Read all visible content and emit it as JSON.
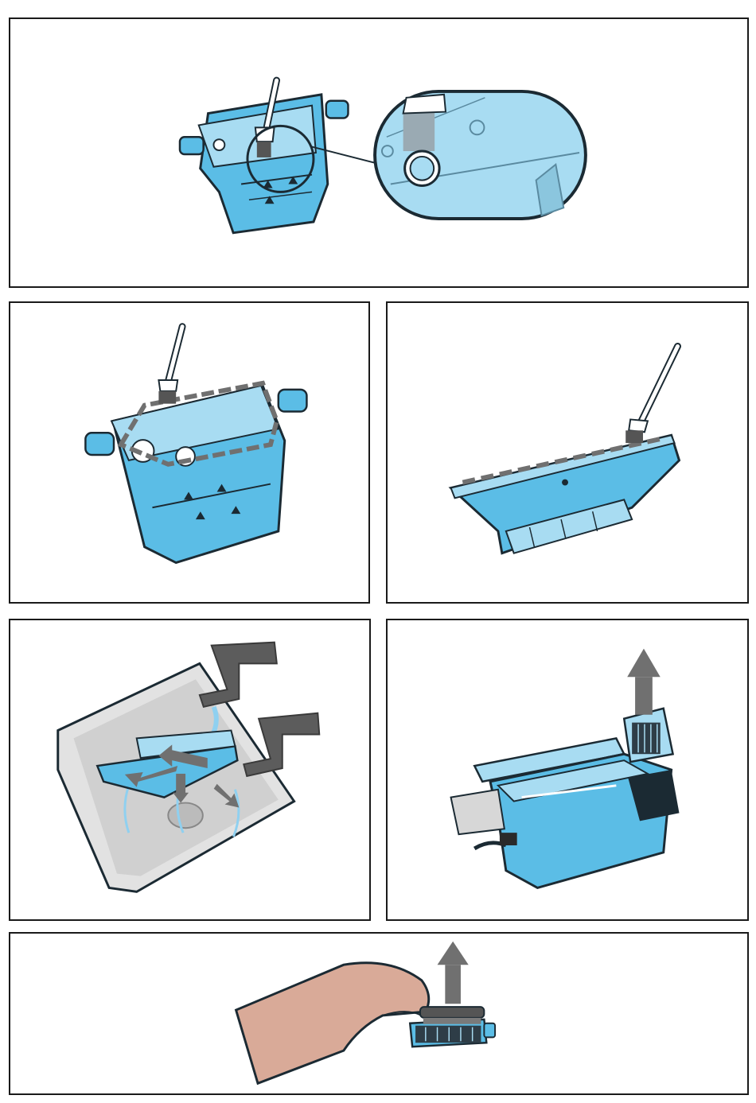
{
  "document": {
    "type": "illustrated-cleaning-instructions",
    "text_present": false
  },
  "colors": {
    "part_blue": "#5bbde6",
    "part_blue_light": "#a8dcf2",
    "outline": "#1b2a33",
    "arrow_gray": "#707070",
    "faucet_gray": "#5c5c5c",
    "sink_gray": "#d8d8d8",
    "skin": "#d9aa98"
  },
  "panels": [
    {
      "id": "p1",
      "depicts": "tray-hole-brush-detail",
      "icons": [
        "brush-icon",
        "magnifier-callout-icon"
      ]
    },
    {
      "id": "p2",
      "depicts": "brush-rim-of-tray",
      "icons": [
        "brush-icon",
        "dashed-path-arrows-icon"
      ]
    },
    {
      "id": "p3",
      "depicts": "brush-lid-seal",
      "icons": [
        "brush-icon",
        "dashed-path-arrows-icon"
      ]
    },
    {
      "id": "p4",
      "depicts": "rinse-under-faucet",
      "icons": [
        "faucet-icon",
        "water-stream-icon",
        "direction-arrows-icon"
      ]
    },
    {
      "id": "p5",
      "depicts": "remove-filter",
      "icons": [
        "filter-icon",
        "up-arrow-icon"
      ]
    },
    {
      "id": "p6",
      "depicts": "brush-filter-by-hand",
      "icons": [
        "hand-icon",
        "brush-icon",
        "filter-icon",
        "up-arrow-icon"
      ]
    }
  ]
}
